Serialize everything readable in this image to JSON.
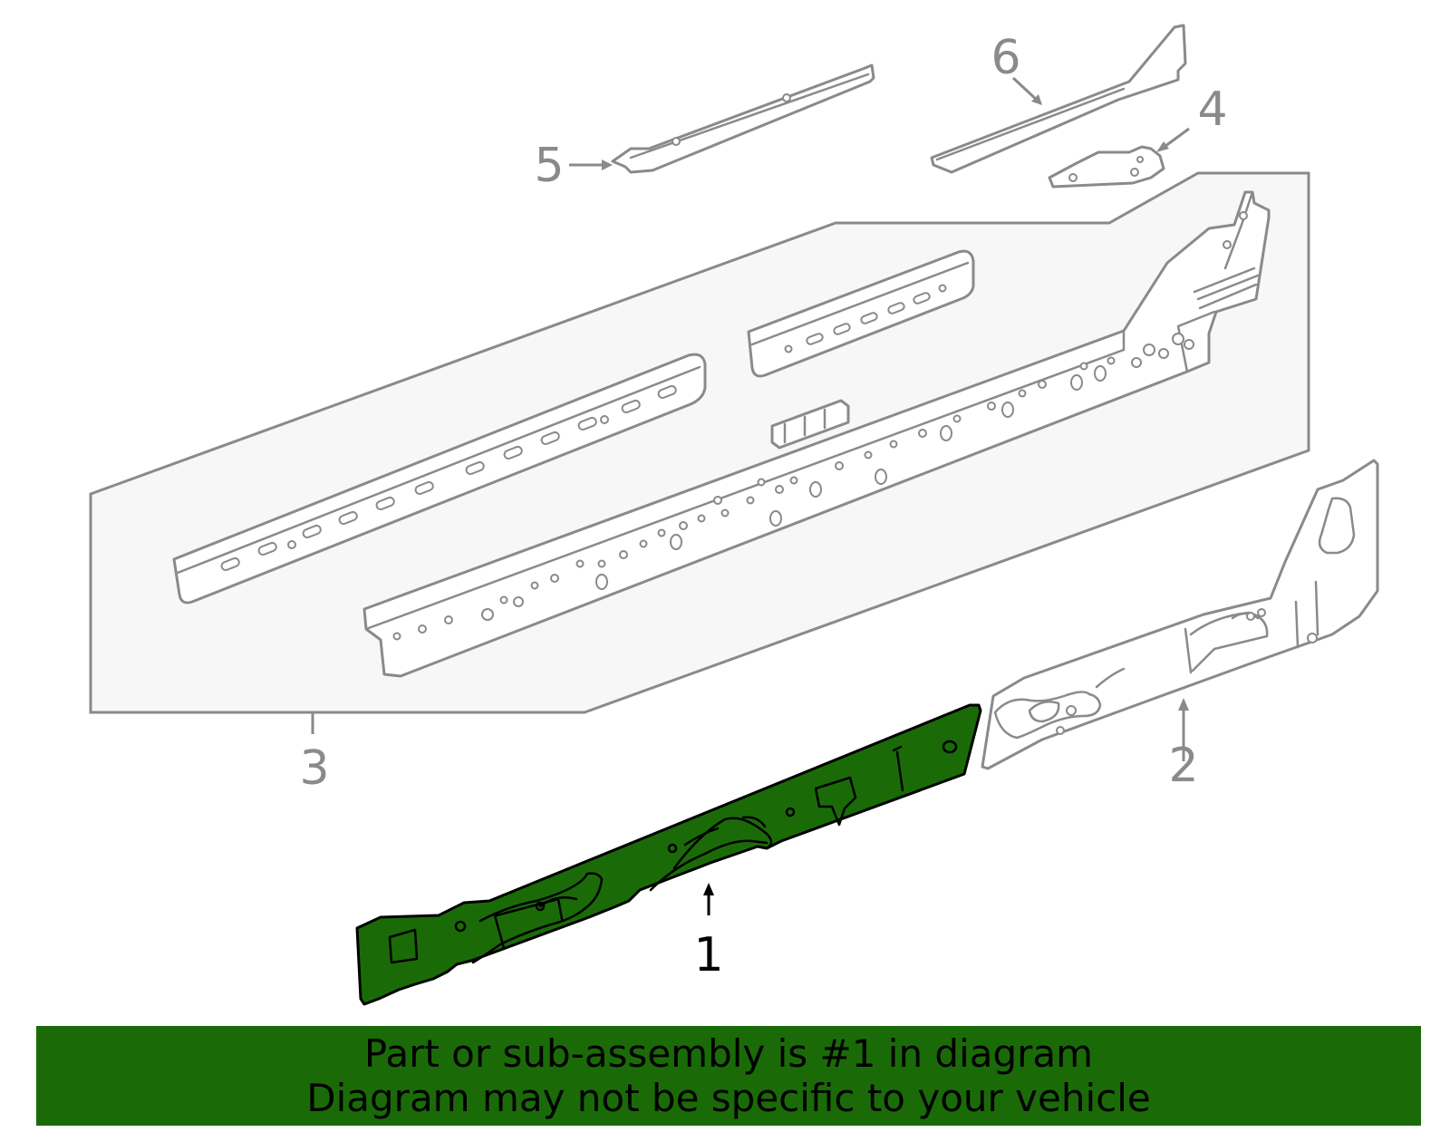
{
  "callouts": {
    "c1": "1",
    "c2": "2",
    "c3": "3",
    "c4": "4",
    "c5": "5",
    "c6": "6"
  },
  "banner": {
    "line1": "Part or sub-assembly is #1 in diagram",
    "line2": "Diagram may not be specific to your vehicle"
  },
  "colors": {
    "highlight": "#1a6b08",
    "outline": "#8a8a8a",
    "panel_fill": "#f7f7f7"
  }
}
